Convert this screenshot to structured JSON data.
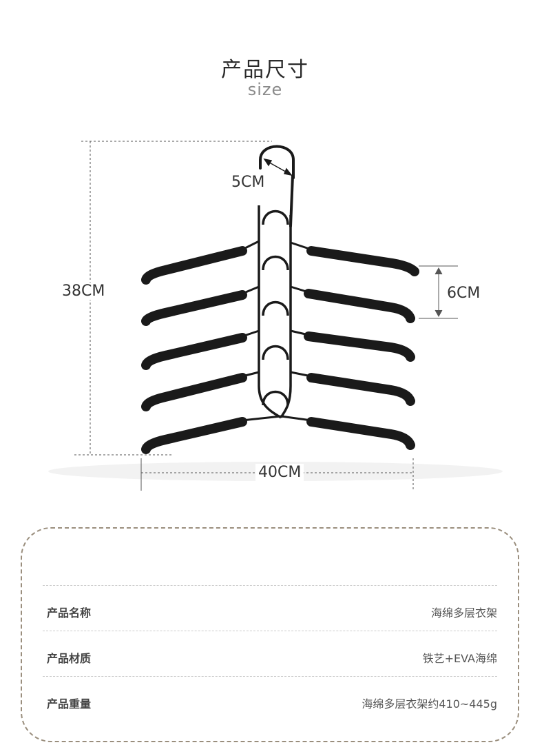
{
  "header": {
    "title": "产品尺寸",
    "subtitle": "size"
  },
  "dimensions": {
    "hook_gap": "5CM",
    "total_height": "38CM",
    "tier_spacing": "6CM",
    "total_width": "40CM"
  },
  "specs": [
    {
      "label": "产品名称",
      "value": "海绵多层衣架"
    },
    {
      "label": "产品材质",
      "value": "铁艺+EVA海绵"
    },
    {
      "label": "产品重量",
      "value": "海绵多层衣架约410~445g"
    }
  ]
}
